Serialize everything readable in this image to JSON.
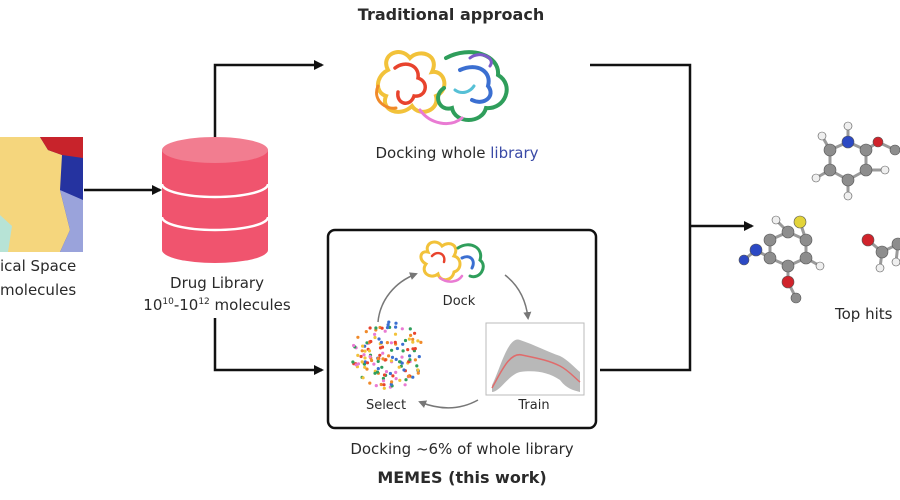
{
  "traditional": {
    "title": "Traditional approach",
    "caption_prefix": "Docking whole ",
    "caption_highlight": "library"
  },
  "chemical_space": {
    "line1": "ical Space",
    "line2": "molecules"
  },
  "drug_library": {
    "line1": "Drug Library",
    "base1": "10",
    "exp1": "10",
    "separator": "-10",
    "exp2": "12",
    "suffix": " molecules"
  },
  "memes": {
    "cycle_dock": "Dock",
    "cycle_train": "Train",
    "cycle_select": "Select",
    "caption": "Docking ~6% of whole library",
    "title": "MEMES (this work)"
  },
  "top_hits": {
    "label": "Top hits"
  },
  "colors": {
    "cylinder": "#f0546e",
    "cylinder_top": "#f27d90",
    "arrow": "#111111",
    "box_border": "#111111",
    "highlight_text": "#3a4aa6",
    "space_red": "#c8232b",
    "space_blue": "#2533a0",
    "space_yellow": "#f5d67d",
    "space_lavender": "#9aa3db"
  }
}
